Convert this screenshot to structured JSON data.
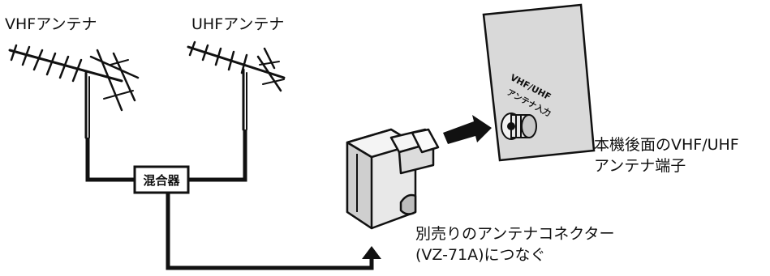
{
  "labels": {
    "vhf_antenna": "VHFアンテナ",
    "uhf_antenna": "UHFアンテナ",
    "mixer": "混合器",
    "panel_text_line1": "VHF/UHF",
    "panel_text_line2": "アンテナ入力",
    "terminal_line1": "本機後面のVHF/UHF",
    "terminal_line2": "アンテナ端子",
    "connector_line1": "別売りのアンテナコネクター",
    "connector_line2": "(VZ-71A)につなぐ"
  },
  "colors": {
    "ink": "#111111",
    "panel_fill": "#d9d9d9",
    "connector_fill": "#e8e8e8",
    "background": "#ffffff"
  }
}
